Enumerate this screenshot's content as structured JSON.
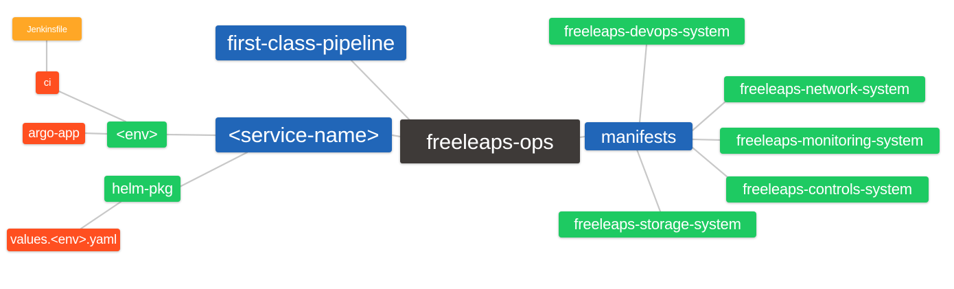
{
  "diagram": {
    "type": "mindmap",
    "title": "freeleaps-ops",
    "background_color": "#ffffff",
    "edge_color": "#c8c8c8",
    "palette": {
      "root": "#3e3a38",
      "blue": "#2166b8",
      "green": "#1eca62",
      "orange": "#ffa726",
      "red": "#ff4f20",
      "text": "#ffffff"
    }
  },
  "nodes": {
    "root": {
      "label": "freeleaps-ops"
    },
    "first_class_pipeline": {
      "label": "first-class-pipeline"
    },
    "service_name": {
      "label": "<service-name>"
    },
    "manifests": {
      "label": "manifests"
    },
    "env": {
      "label": "<env>"
    },
    "ci": {
      "label": "ci"
    },
    "jenkinsfile": {
      "label": "Jenkinsfile"
    },
    "argo_app": {
      "label": "argo-app"
    },
    "helm_pkg": {
      "label": "helm-pkg"
    },
    "values_yaml": {
      "label": "values.<env>.yaml"
    },
    "devops_system": {
      "label": "freeleaps-devops-system"
    },
    "network_system": {
      "label": "freeleaps-network-system"
    },
    "monitoring_system": {
      "label": "freeleaps-monitoring-system"
    },
    "controls_system": {
      "label": "freeleaps-controls-system"
    },
    "storage_system": {
      "label": "freeleaps-storage-system"
    }
  },
  "edges": [
    {
      "from": "root",
      "to": "first_class_pipeline"
    },
    {
      "from": "root",
      "to": "service_name"
    },
    {
      "from": "root",
      "to": "manifests"
    },
    {
      "from": "service_name",
      "to": "env"
    },
    {
      "from": "service_name",
      "to": "helm_pkg"
    },
    {
      "from": "env",
      "to": "ci"
    },
    {
      "from": "env",
      "to": "argo_app"
    },
    {
      "from": "ci",
      "to": "jenkinsfile"
    },
    {
      "from": "helm_pkg",
      "to": "values_yaml"
    },
    {
      "from": "manifests",
      "to": "devops_system"
    },
    {
      "from": "manifests",
      "to": "network_system"
    },
    {
      "from": "manifests",
      "to": "monitoring_system"
    },
    {
      "from": "manifests",
      "to": "controls_system"
    },
    {
      "from": "manifests",
      "to": "storage_system"
    }
  ]
}
